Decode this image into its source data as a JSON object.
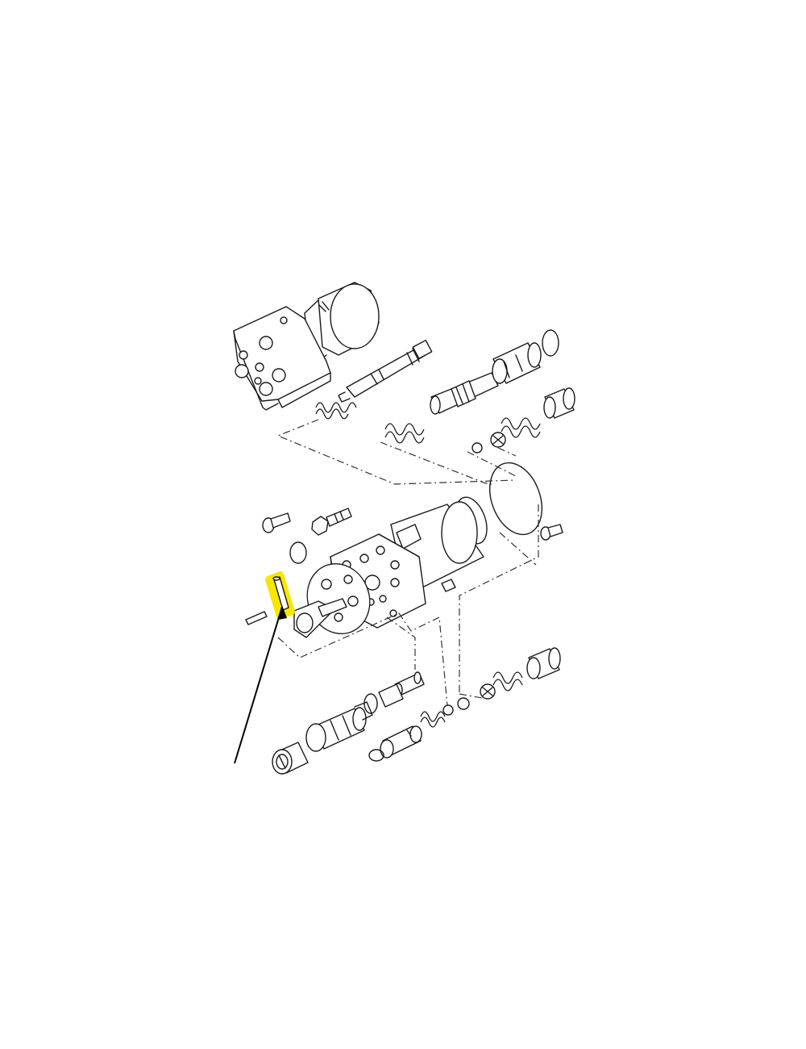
{
  "diagram": {
    "kind": "exploded-parts-view",
    "highlight_color": "#f7e600",
    "line_color": "#1a1a1a",
    "background": "#ffffff",
    "highlighted_part": "roll-pin",
    "pointer": "leader-line-arrow"
  }
}
